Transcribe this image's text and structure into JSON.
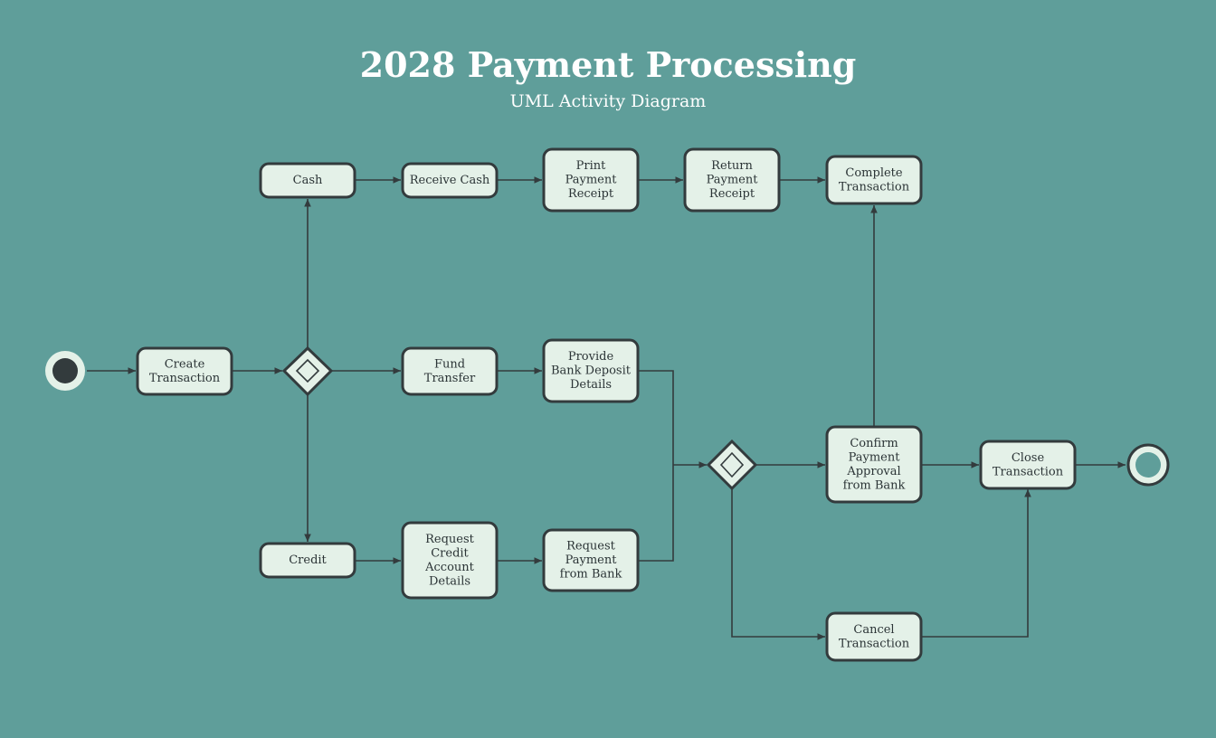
{
  "header": {
    "title": "2028 Payment Processing",
    "subtitle": "UML Activity Diagram"
  },
  "colors": {
    "background": "#5f9e9a",
    "node_fill": "#e4f1e8",
    "stroke": "#333b3d",
    "text": "#2b3436",
    "title_text": "#ffffff"
  },
  "nodes": [
    {
      "id": "create",
      "lines": [
        "Create",
        "Transaction"
      ]
    },
    {
      "id": "cash",
      "lines": [
        "Cash"
      ]
    },
    {
      "id": "receive_cash",
      "lines": [
        "Receive Cash"
      ]
    },
    {
      "id": "print_receipt",
      "lines": [
        "Print",
        "Payment",
        "Receipt"
      ]
    },
    {
      "id": "return_receipt",
      "lines": [
        "Return",
        "Payment",
        "Receipt"
      ]
    },
    {
      "id": "complete",
      "lines": [
        "Complete",
        "Transaction"
      ]
    },
    {
      "id": "fund_transfer",
      "lines": [
        "Fund",
        "Transfer"
      ]
    },
    {
      "id": "bank_deposit",
      "lines": [
        "Provide",
        "Bank Deposit",
        "Details"
      ]
    },
    {
      "id": "credit",
      "lines": [
        "Credit"
      ]
    },
    {
      "id": "credit_details",
      "lines": [
        "Request",
        "Credit",
        "Account",
        "Details"
      ]
    },
    {
      "id": "request_payment",
      "lines": [
        "Request",
        "Payment",
        "from Bank"
      ]
    },
    {
      "id": "confirm",
      "lines": [
        "Confirm",
        "Payment",
        "Approval",
        "from Bank"
      ]
    },
    {
      "id": "close",
      "lines": [
        "Close",
        "Transaction"
      ]
    },
    {
      "id": "cancel",
      "lines": [
        "Cancel",
        "Transaction"
      ]
    }
  ]
}
